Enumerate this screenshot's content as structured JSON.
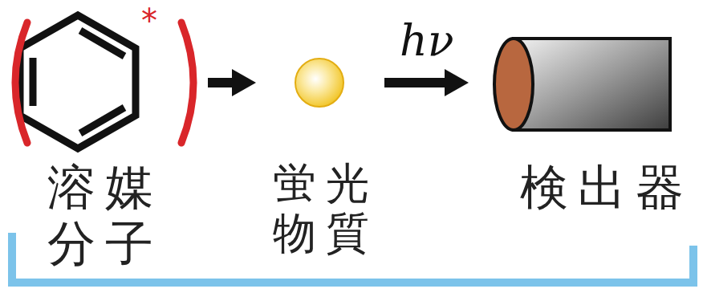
{
  "diagram": {
    "nodes": [
      {
        "text": [
          "溶媒 分子"
        ]
      },
      {
        "text": [
          "蛍光 物質"
        ]
      },
      {
        "text": [
          "検出器"
        ]
      }
    ],
    "edges": [
      {
        "from": 0,
        "to": 1,
        "arrow": "to"
      },
      {
        "from": 1,
        "to": 2,
        "label": "hν",
        "arrow": "to"
      }
    ],
    "labels": [
      "*"
    ]
  }
}
